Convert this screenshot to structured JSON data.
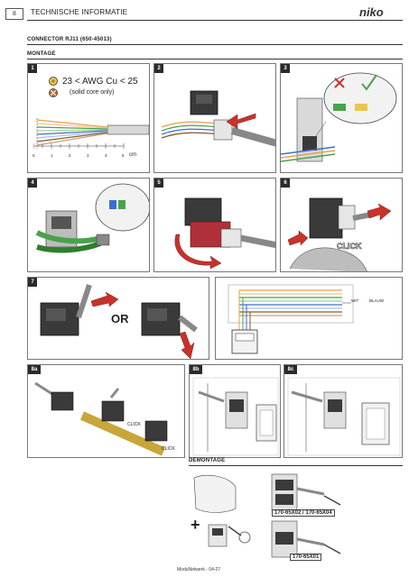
{
  "header": {
    "page_number": "8",
    "title": "TECHNISCHE INFORMATIE",
    "logo": "niko"
  },
  "connector_heading": "CONNECTOR RJ11 (650-45013)",
  "montage_heading": "MONTAGE",
  "steps": {
    "s1": "1",
    "s2": "2",
    "s3": "3",
    "s4": "4",
    "s5": "5",
    "s6": "6",
    "s7": "7",
    "s8a": "8a",
    "s8b": "8b",
    "s8c": "8c"
  },
  "step1": {
    "awg": "23 < AWG Cu < 25",
    "solid": "(solid core only)",
    "ruler_ticks": [
      "0",
      "1",
      "2",
      "3",
      "4",
      "5"
    ],
    "ruler_unit": "cm"
  },
  "step6": {
    "click": "CLICK"
  },
  "step7": {
    "or": "OR",
    "label_a": "WIT",
    "label_b": "BLAUW"
  },
  "step8a": {
    "click1": "CLICK",
    "click2": "CLICK"
  },
  "demontage_heading": "DEMONTAGE",
  "demontage": {
    "code1": "170-65X02 / 170-65X04",
    "code2": "170-65X01",
    "plus": "+"
  },
  "footer": "ModuNetwerk - 04-27",
  "colors": {
    "wire_orange": "#e8a04a",
    "wire_green": "#4aa24a",
    "wire_blue": "#3b6fd0",
    "wire_brown": "#8a5a2b",
    "arrow_red": "#c8322b",
    "module_dark": "#3a3a3a"
  }
}
